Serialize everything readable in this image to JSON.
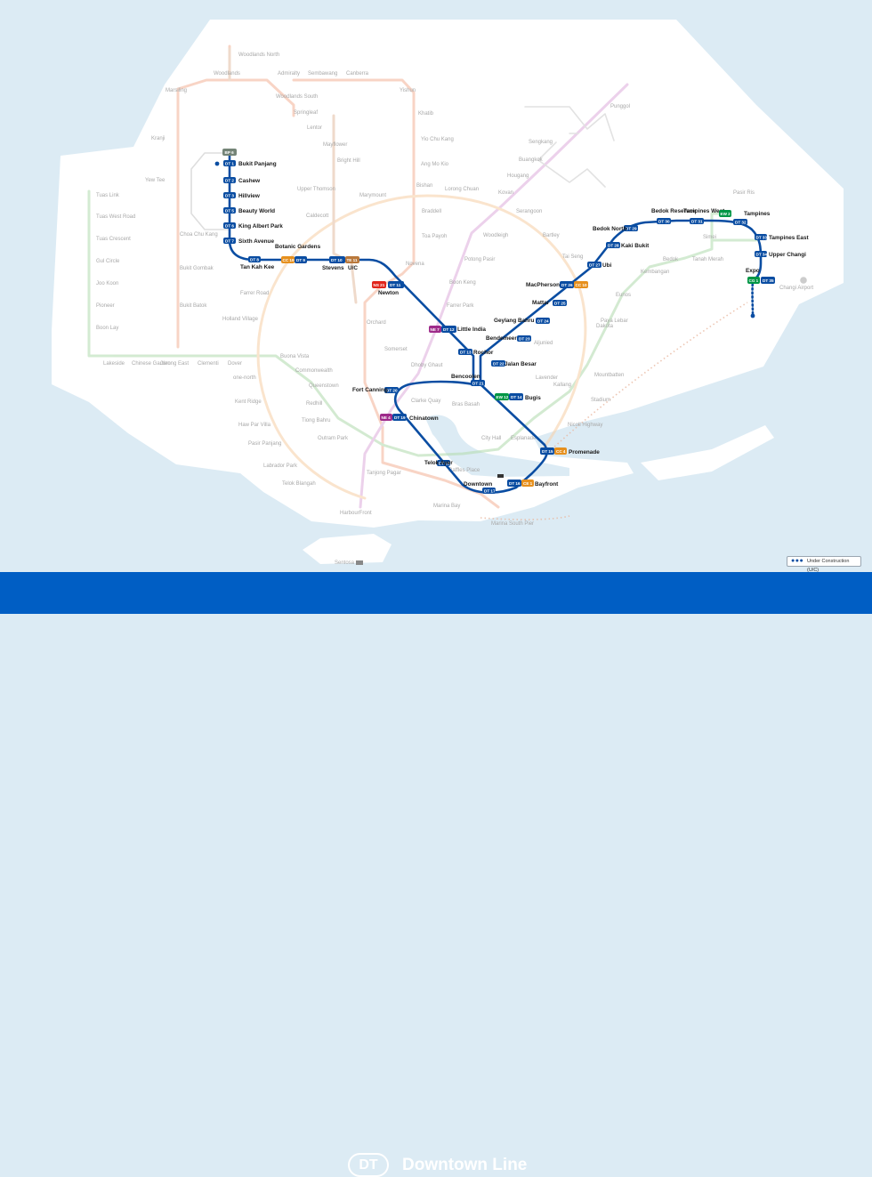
{
  "footer": {
    "line_code": "DT",
    "line_name": "Downtown Line"
  },
  "legend": {
    "under_construction": "Under Construction (U/C)"
  },
  "colors": {
    "downtown": "#0a4da2",
    "footer": "#005ec4",
    "land": "#ffffff",
    "sea": "#dcebf4"
  },
  "dt_stations": [
    {
      "code": "BP 6",
      "name": "",
      "codes": [
        "BP 6"
      ]
    },
    {
      "code": "DT 1",
      "name": "Bukit Panjang"
    },
    {
      "code": "DT 2",
      "name": "Cashew"
    },
    {
      "code": "DT 3",
      "name": "Hillview"
    },
    {
      "code": "DT 5",
      "name": "Beauty World"
    },
    {
      "code": "DT 6",
      "name": "King Albert Park"
    },
    {
      "code": "DT 7",
      "name": "Sixth Avenue"
    },
    {
      "code": "DT 8",
      "name": "Tan Kah Kee"
    },
    {
      "code": "DT 9",
      "name": "Botanic Gardens"
    },
    {
      "code": "DT 10",
      "name": "Stevens"
    },
    {
      "code": "DT 11",
      "name": "Newton"
    },
    {
      "code": "DT 12",
      "name": "Little India"
    },
    {
      "code": "DT 13",
      "name": "Rochor"
    },
    {
      "code": "DT 14",
      "name": "Bugis"
    },
    {
      "code": "DT 15",
      "name": "Promenade"
    },
    {
      "code": "DT 16",
      "name": "Bayfront"
    },
    {
      "code": "DT 17",
      "name": "Downtown"
    },
    {
      "code": "DT 18",
      "name": "Telok Ayer"
    },
    {
      "code": "DT 19",
      "name": "Chinatown"
    },
    {
      "code": "DT 20",
      "name": "Fort Canning"
    },
    {
      "code": "DT 21",
      "name": "Bencoolen"
    },
    {
      "code": "DT 22",
      "name": "Jalan Besar"
    },
    {
      "code": "DT 23",
      "name": "Bendemeer"
    },
    {
      "code": "DT 24",
      "name": "Geylang Bahru"
    },
    {
      "code": "DT 25",
      "name": "Mattar"
    },
    {
      "code": "DT 26",
      "name": "MacPherson"
    },
    {
      "code": "DT 27",
      "name": "Ubi"
    },
    {
      "code": "DT 28",
      "name": "Kaki Bukit"
    },
    {
      "code": "DT 29",
      "name": "Bedok North"
    },
    {
      "code": "DT 30",
      "name": "Bedok Reservoir"
    },
    {
      "code": "DT 31",
      "name": "Tampines West"
    },
    {
      "code": "DT 32",
      "name": "Tampines"
    },
    {
      "code": "DT 33",
      "name": "Tampines East"
    },
    {
      "code": "DT 34",
      "name": "Upper Changi"
    },
    {
      "code": "DT 35",
      "name": "Expo"
    }
  ],
  "interchange_codes": {
    "bp6": "BP 6",
    "cc19": "CC 19",
    "te11": "TE 11",
    "ns21": "NS 21",
    "ne7": "NE 7",
    "ew12": "EW 12",
    "cc4": "CC 4",
    "ce1": "CE 1",
    "ne4": "NE 4",
    "cc10": "CC 10",
    "ew2": "EW 2",
    "cg1": "CG 1"
  },
  "extra_labels": {
    "uc_stevens": "U/C",
    "dt4": "",
    "dt36": ""
  },
  "other_stations": [
    "Woodlands North",
    "Woodlands",
    "Admiralty",
    "Sembawang",
    "Canberra",
    "Marsiling",
    "Woodlands South",
    "Yishun",
    "Springleaf",
    "Khatib",
    "Kranji",
    "Lentor",
    "Yio Chu Kang",
    "Mayflower",
    "Ang Mo Kio",
    "Yew Tee",
    "Bright Hill",
    "Bishan",
    "Upper Thomson",
    "Marymount",
    "Lorong Chuan",
    "Tuas Link",
    "Tuas West Road",
    "Tuas Crescent",
    "Gul Circle",
    "Joo Koon",
    "Pioneer",
    "Boon Lay",
    "Lakeside",
    "Chinese Garden",
    "Jurong East",
    "Clementi",
    "Dover",
    "Buona Vista",
    "Choa Chu Kang",
    "Bukit Gombak",
    "Bukit Batok",
    "Caldecott",
    "Braddell",
    "Toa Payoh",
    "Novena",
    "Serangoon",
    "Woodleigh",
    "Potong Pasir",
    "Boon Keng",
    "Farrer Park",
    "Bartley",
    "Tai Seng",
    "Farrer Road",
    "Holland Village",
    "Orchard",
    "Somerset",
    "Dhoby Ghaut",
    "Clarke Quay",
    "Commonwealth",
    "Queenstown",
    "one-north",
    "Kent Ridge",
    "Haw Par Villa",
    "Pasir Panjang",
    "Labrador Park",
    "Telok Blangah",
    "HarbourFront",
    "Redhill",
    "Tiong Bahru",
    "Outram Park",
    "Tanjong Pagar",
    "Raffles Place",
    "City Hall",
    "Esplanade",
    "Bras Basah",
    "Marina Bay",
    "Marina South Pier",
    "Lavender",
    "Kallang",
    "Aljunied",
    "Paya Lebar",
    "Dakota",
    "Mountbatten",
    "Stadium",
    "Nicoll Highway",
    "Eunos",
    "Kembangan",
    "Bedok",
    "Tanah Merah",
    "Simei",
    "Pasir Ris",
    "Changi Airport",
    "Punggol",
    "Sengkang",
    "Buangkok",
    "Hougang",
    "Kovan",
    "Sentosa"
  ]
}
